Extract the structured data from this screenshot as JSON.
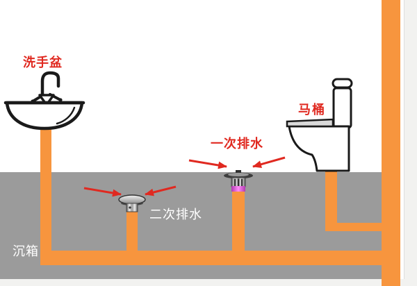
{
  "diagram": {
    "labels": {
      "sink": "洗手盆",
      "toilet": "马桶",
      "primary_drain": "一次排水",
      "secondary_drain": "二次排水",
      "caisson": "沉箱"
    },
    "colors": {
      "pipe_orange": "#F7953E",
      "caisson_gray": "#9B9B9B",
      "label_red": "#E02920",
      "label_white": "#FFFFFF",
      "drain_magenta": "#F45BEE",
      "page_margin": "#F2F2F0",
      "outline_black": "#1A1A1A"
    }
  }
}
